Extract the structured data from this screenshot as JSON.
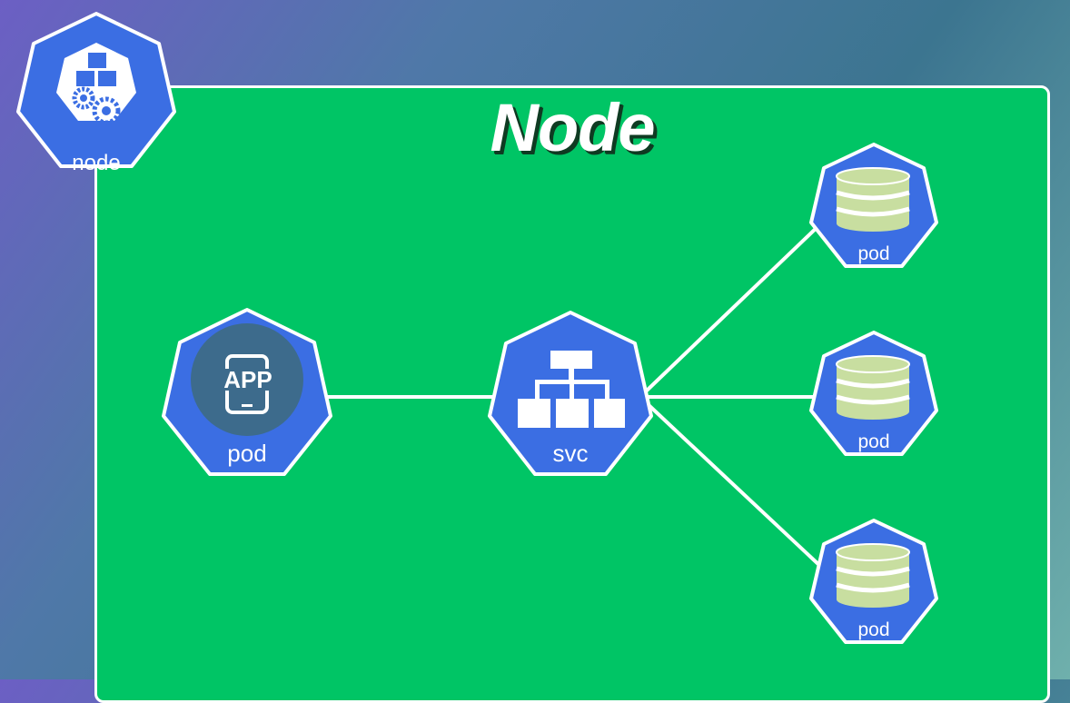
{
  "diagram": {
    "title": "Node",
    "corner_badge_label": "node",
    "app_pod_label": "pod",
    "app_icon_text": "APP",
    "service_label": "svc",
    "db_pods": [
      {
        "label": "pod"
      },
      {
        "label": "pod"
      },
      {
        "label": "pod"
      }
    ]
  },
  "colors": {
    "panel_green": "#00c565",
    "k8s_blue": "#3b6ee3",
    "database_green": "#c8dea0",
    "edge_white": "#ffffff"
  }
}
